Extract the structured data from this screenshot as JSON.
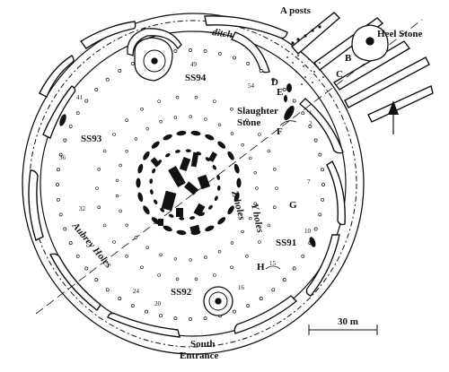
{
  "labels": {
    "a_posts": "A posts",
    "heel_stone": "Heel Stone",
    "ditch": "ditch",
    "ss94": "SS94",
    "ss93": "SS93",
    "ss91": "SS91",
    "ss92": "SS92",
    "slaughter_stone_1": "Slaughter",
    "slaughter_stone_2": "Stone",
    "aubrey_holes": "Aubrey Holes",
    "z_holes": "Z holes",
    "y_holes": "Y holes",
    "south_entrance_1": "South",
    "south_entrance_2": "Entrance",
    "scale": "30 m",
    "b": "B",
    "c": "C",
    "d": "D",
    "e": "E",
    "f": "F",
    "g": "G",
    "h": "H"
  },
  "hole_numbers": {
    "n49": "49",
    "n54": "54",
    "n41": "41",
    "n36": "36",
    "n32": "32",
    "n24": "24",
    "n20": "20",
    "n16": "16",
    "n15": "15",
    "n10": "10",
    "n2": "2",
    "n1": "1",
    "n7": "7"
  },
  "colors": {
    "ink": "#111111",
    "paper": "#ffffff"
  }
}
